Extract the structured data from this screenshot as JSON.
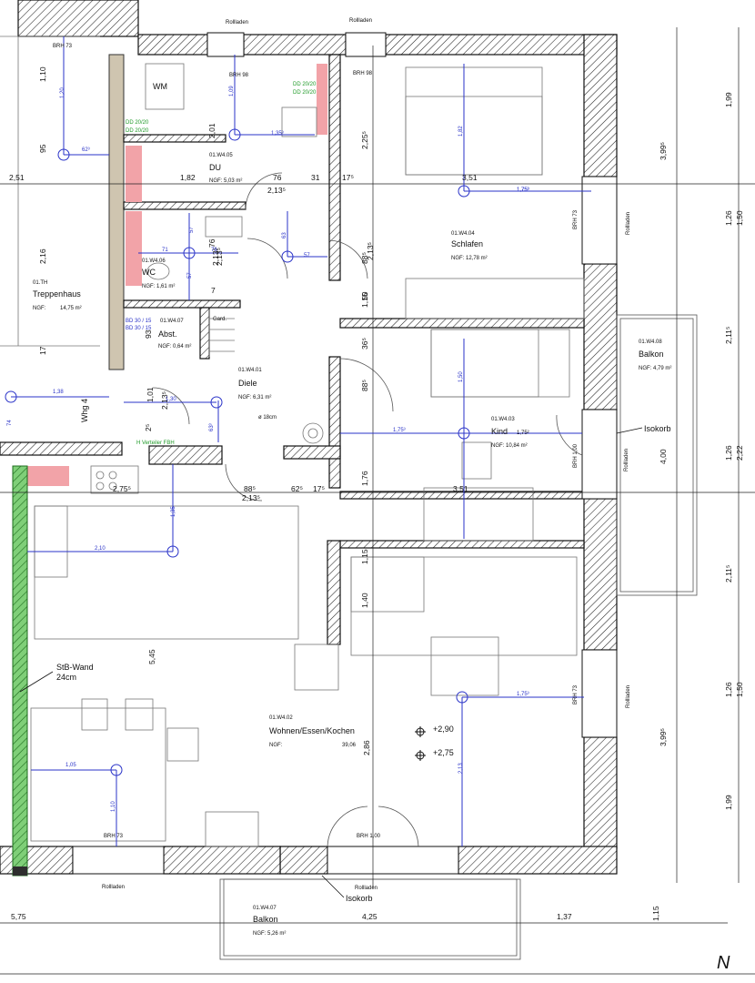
{
  "rooms": {
    "du": {
      "number": "01.W4.05",
      "name": "DU",
      "area": "NGF: 5,03 m²"
    },
    "wc": {
      "number": "01.W4.06",
      "name": "WC",
      "area": "NGF: 1,61 m²"
    },
    "abst": {
      "number": "01.W4.07",
      "name": "Abst.",
      "area": "NGF: 0,64 m²"
    },
    "diele": {
      "number": "01.W4.01",
      "name": "Diele",
      "area": "NGF: 6,31 m²"
    },
    "schlafen": {
      "number": "01.W4.04",
      "name": "Schlafen",
      "area": "NGF: 12,78 m²"
    },
    "kind": {
      "number": "01.W4.03",
      "name": "Kind",
      "area": "NGF: 10,84 m²"
    },
    "wohnen": {
      "number": "01.W4.02",
      "name": "Wohnen/Essen/Kochen",
      "area": "NGF:",
      "area_value": "39,06"
    },
    "balkon_ost": {
      "number": "01.W4.08",
      "name": "Balkon",
      "area": "NGF: 4,79 m²"
    },
    "balkon_sued": {
      "number": "01.W4.07",
      "name": "Balkon",
      "area": "NGF: 5,26 m²"
    },
    "treppenhaus": {
      "number": "01.TH",
      "name": "Treppenhaus",
      "area": "NGF:",
      "area_value": "14,75 m²"
    }
  },
  "annotations": {
    "wm": "WM",
    "whg": "Whg 4",
    "stb_wand_1": "StB-Wand",
    "stb_wand_2": "24cm",
    "isokorb_east": "Isokorb",
    "isokorb_south": "Isokorb",
    "rolladen": "Rollladen",
    "level_1": "+2,90",
    "level_2": "+2,75",
    "north": "N",
    "chimney": "ø 18cm",
    "brh73": "BRH 73",
    "brh98": "BRH 98",
    "brh100": "BRH 1,00",
    "gard": "Gard.",
    "dd": "DD 20/20",
    "bd": "BD 30 / 15",
    "verteiler": "H Verteiler FBH",
    "kind_suffix": "1,75²"
  },
  "dimensions": {
    "bottom": [
      "5,75",
      "4,25",
      "1,37",
      "1,15"
    ],
    "right": [
      "1,99",
      "1,26",
      "1,50",
      "3,99⁵",
      "2,11⁵",
      "1,26",
      "2,22",
      "4,00",
      "2,11⁵",
      "1,26",
      "1,50",
      "3,99⁵",
      "1,99"
    ],
    "interior": [
      "1,82",
      "76",
      "31",
      "17⁵",
      "2,13⁵",
      "2,01",
      "2,25⁵",
      "3,51",
      "2,13⁵",
      "88⁵",
      "50",
      "1,15",
      "36⁵",
      "88⁵",
      "2,13⁵",
      "1,76",
      "2,75⁵",
      "88⁵",
      "62⁵",
      "17⁵",
      "2,13⁵",
      "3,51",
      "1,15",
      "1,40",
      "5,45",
      "2,86",
      "2,51",
      "2,16",
      "95",
      "1,10",
      "17",
      "1,01",
      "2,13⁵",
      "76",
      "2,13⁵",
      "7",
      "93",
      "2⁵"
    ],
    "blue": [
      "1,20",
      "62³",
      "1,09",
      "1,35³",
      "1,82",
      "1,75³",
      "57",
      "71",
      "76",
      "57",
      "63",
      "57",
      "1,38",
      "74",
      "1,30",
      "63³",
      "1,35",
      "2,10",
      "1,10",
      "1,05",
      "1,50",
      "1,75³",
      "1,75³",
      "2,13",
      "1,75³"
    ]
  },
  "legend": {
    "flooring": "",
    "scale": ""
  }
}
